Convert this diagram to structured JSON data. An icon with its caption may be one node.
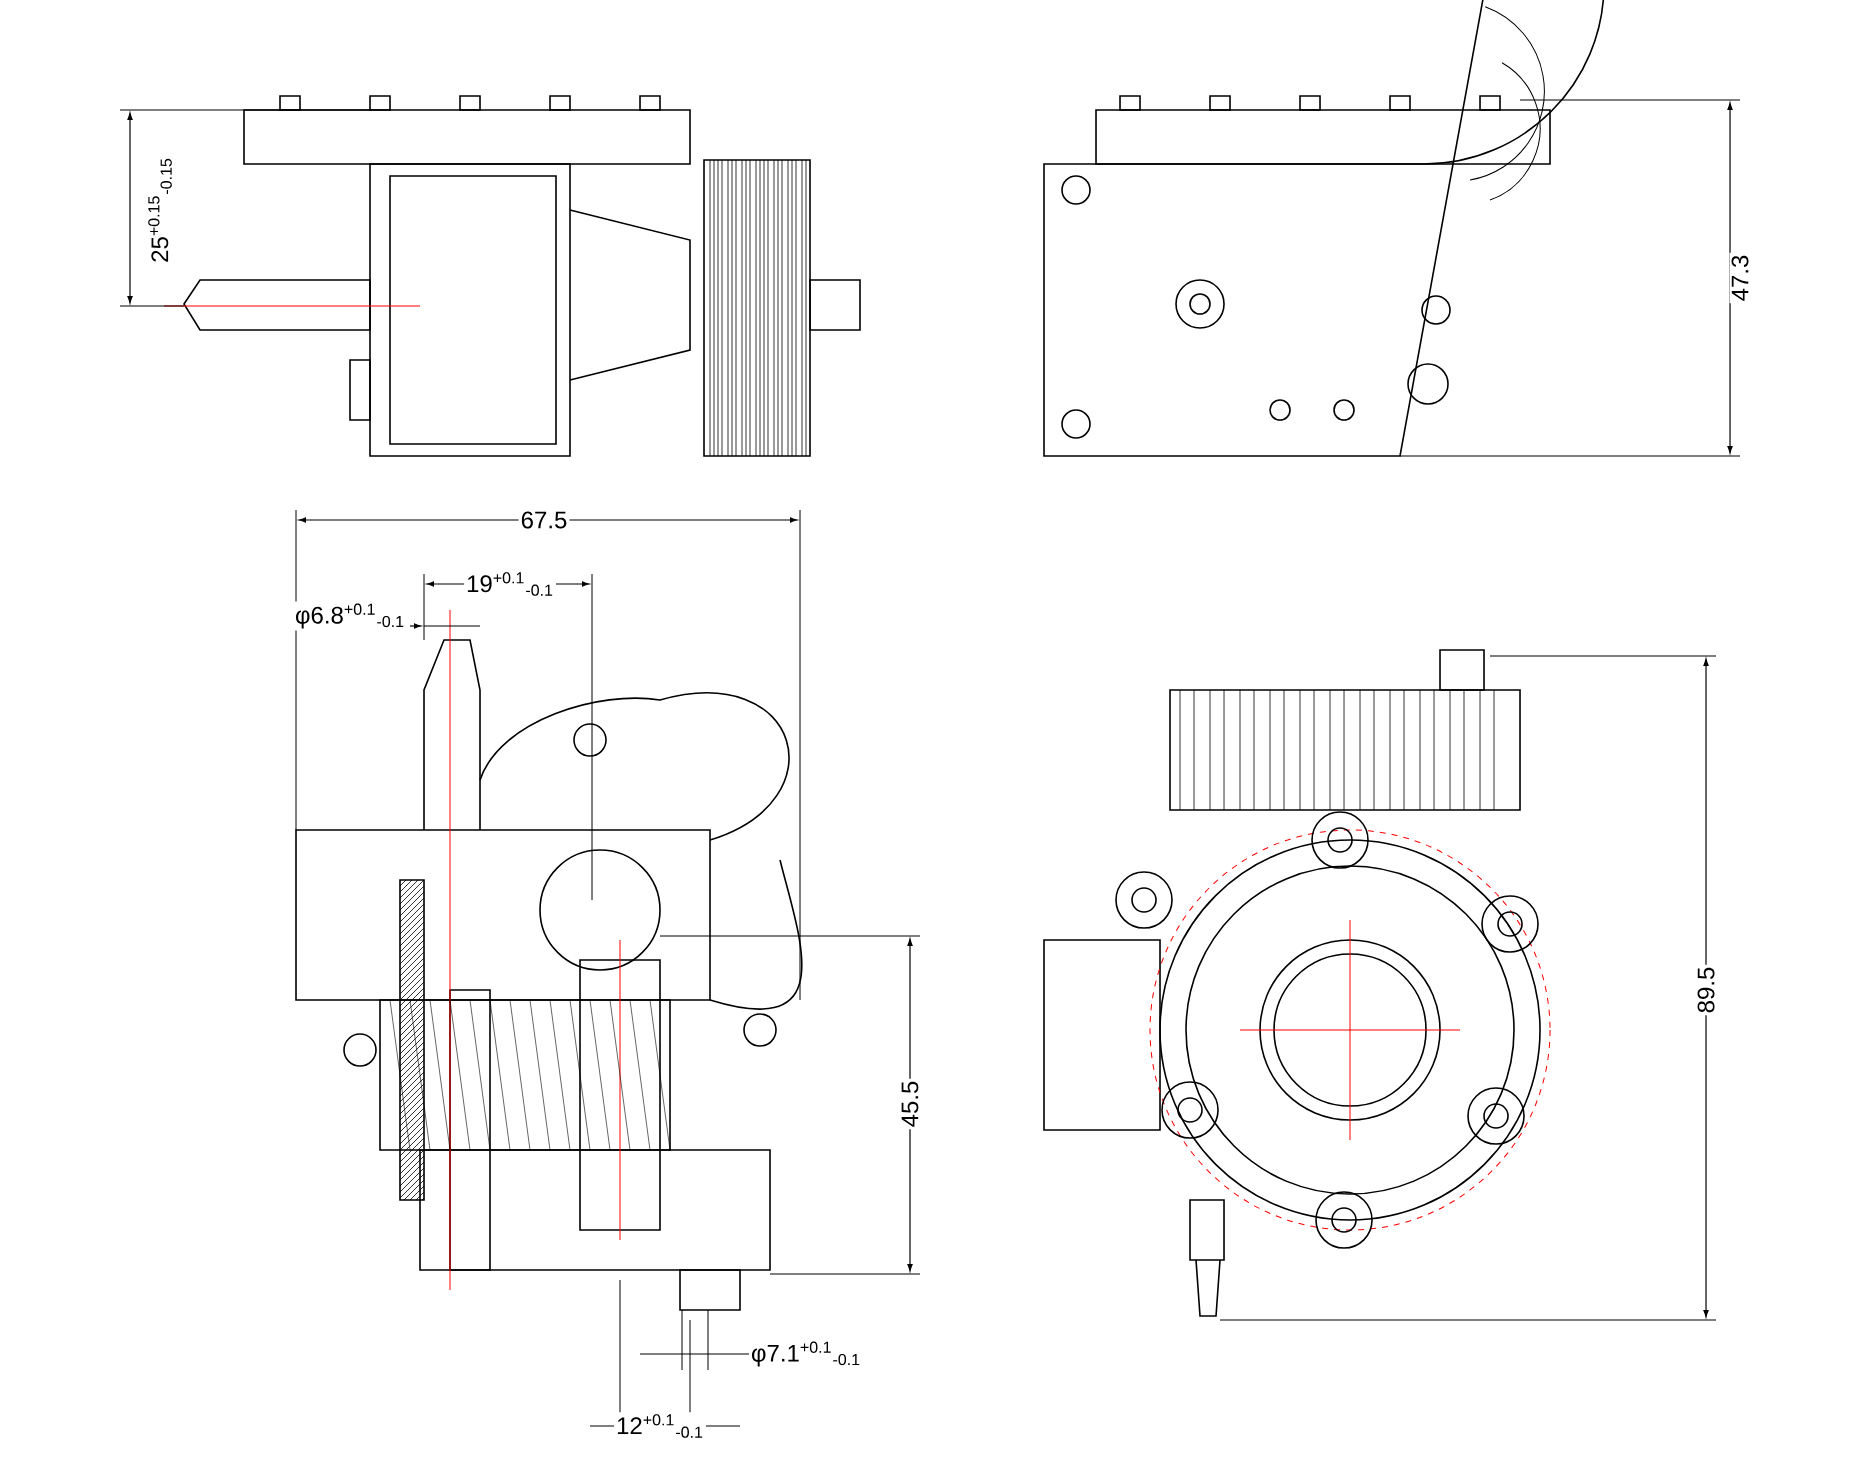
{
  "diagram": {
    "labels": [
      "25$^{+0.15}$$_{-0.15}$",
      "47.3",
      "67.5",
      "19$^{+0.1}$$_{-0.1}$",
      "φ6.8$^{+0.1}$$_{-0.1}$",
      "45.5",
      "89.5",
      "φ7.1$^{+0.1}$$_{-0.1}$",
      "12$^{+0.1}$$_{-0.1}$"
    ]
  }
}
